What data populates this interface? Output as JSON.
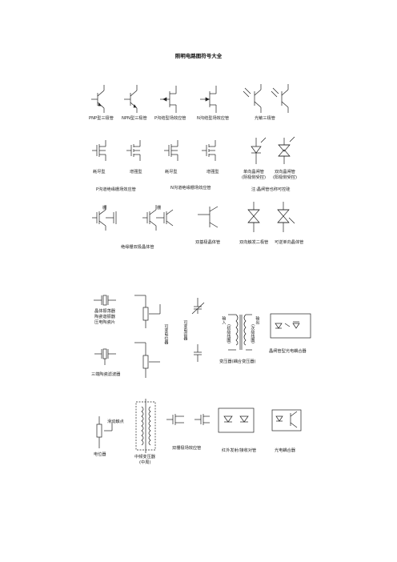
{
  "page": {
    "title": "照明电路图符号大全"
  },
  "transistors": {
    "npn": "PNP型三极管",
    "pnp": "NPN型三极管",
    "jfet_n": "P沟结型场效应管",
    "jfet_p": "N沟结型场效应管",
    "photo": "光敏三极管"
  },
  "mosfets": {
    "depletion_left": "耗尽型",
    "enhancement_left": "增强型",
    "depletion_right": "耗尽型",
    "enhancement_right": "增强型",
    "p_channel_caption": "P沟道绝缘栅场效应管",
    "n_channel_caption": "N沟道绝缘栅场效应管",
    "photo_thyristor_1": "单向晶闸管",
    "photo_thyristor_1_sub": "(阴极侧受控)",
    "photo_thyristor_2": "双向晶闸管",
    "photo_thyristor_2_sub": "(阳极侧受控)",
    "photo_thyristor_note": "注:晶闸管也称可控硅"
  },
  "row3": {
    "igbt_caption": "绝缘栅双极晶体管",
    "gate_label_1": "栅",
    "gate_label_2": "栅",
    "bidirectional_transistor": "双基极晶体管",
    "bidirectional_diode": "双向触发二极管",
    "reverse_thyristor": "可逆单向晶体管"
  },
  "passive": {
    "crystal_1": "晶体振荡器",
    "crystal_2": "陶瓷谐振器",
    "crystal_3": "压电陶瓷片",
    "resonator": "三端陶瓷滤波器",
    "potentiometer_a": "可变电位器",
    "potentiometer_b": "可变电容器",
    "transformer_input": "输入",
    "transformer_output": "输出",
    "transformer_left": "(初级线圈)",
    "transformer_right": "(次级线圈)",
    "transformer_caption": "变压器(耦合变压器)",
    "optocoupler_caption": "晶闸管型光电耦合器",
    "transformer_label_top": "输入",
    "transformer_label_mid": "输出"
  },
  "bottom": {
    "potentiometer": "电位器",
    "sliding_contact": "滑动触点",
    "inductor_caption": "中频变压器",
    "inductor_sub": "(中周)",
    "dual_gate_mosfet": "双栅极场效应管",
    "ir_pair": "红外发射/接收对管",
    "photocoupler": "光电耦合器"
  }
}
